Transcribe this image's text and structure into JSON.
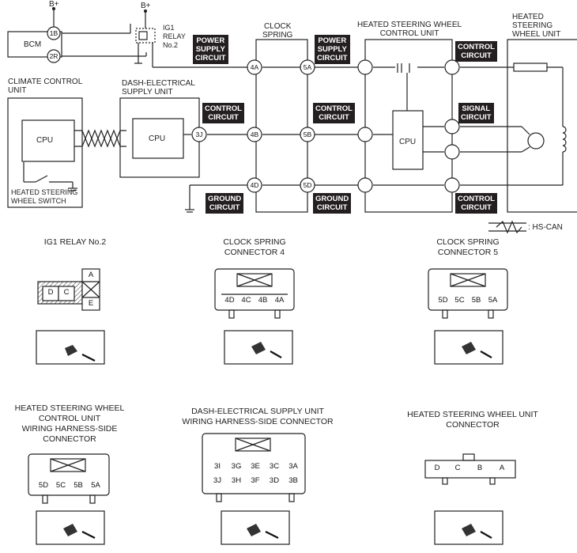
{
  "schematic": {
    "supply_top_left": "B+",
    "supply_top_relay": "B+",
    "bcm": "BCM",
    "bcm_term_top": "1B",
    "bcm_term_bottom": "2R",
    "relay_label": "IG1\nRELAY\nNo.2",
    "climate_unit": "CLIMATE CONTROL\nUNIT",
    "climate_cpu": "CPU",
    "steering_switch": "HEATED STEERING\nWHEEL SWITCH",
    "dash_unit": "DASH-ELECTRICAL\nSUPPLY UNIT",
    "dash_cpu": "CPU",
    "dash_term": "3J",
    "clock_spring": "CLOCK\nSPRING",
    "clock_terms_left": [
      "4A",
      "4B",
      "4D"
    ],
    "clock_terms_right": [
      "5A",
      "5B",
      "5D"
    ],
    "hsw_control_unit": "HEATED STEERING WHEEL\nCONTROL UNIT",
    "hsw_cpu": "CPU",
    "hsw_unit": "HEATED\nSTEERING\nWHEEL UNIT",
    "circuit_labels": {
      "power_supply_1": "POWER\nSUPPLY\nCIRCUIT",
      "power_supply_2": "POWER\nSUPPLY\nCIRCUIT",
      "control_1": "CONTROL\nCIRCUIT",
      "control_2": "CONTROL\nCIRCUIT",
      "control_3": "CONTROL\nCIRCUIT",
      "control_4": "CONTROL\nCIRCUIT",
      "signal": "SIGNAL\nCIRCUIT",
      "ground_1": "GROUND\nCIRCUIT",
      "ground_2": "GROUND\nCIRCUIT"
    },
    "hs_can_legend": ": HS-CAN"
  },
  "connectors": {
    "ig1_relay": {
      "title": "IG1 RELAY No.2",
      "pins_left": [
        "D",
        "C"
      ],
      "pins_right_top": "A",
      "pins_right_bottom": "E"
    },
    "clock_spring_4": {
      "title": "CLOCK SPRING\nCONNECTOR 4",
      "pins": [
        "4D",
        "4C",
        "4B",
        "4A"
      ]
    },
    "clock_spring_5": {
      "title": "CLOCK SPRING\nCONNECTOR 5",
      "pins": [
        "5D",
        "5C",
        "5B",
        "5A"
      ]
    },
    "hsw_control_harness": {
      "title": "HEATED STEERING WHEEL\nCONTROL UNIT\nWIRING HARNESS-SIDE\nCONNECTOR",
      "pins": [
        "5D",
        "5C",
        "5B",
        "5A"
      ]
    },
    "dash_harness": {
      "title": "DASH-ELECTRICAL SUPPLY UNIT\nWIRING HARNESS-SIDE CONNECTOR",
      "pins_top": [
        "3I",
        "3G",
        "3E",
        "3C",
        "3A"
      ],
      "pins_bottom": [
        "3J",
        "3H",
        "3F",
        "3D",
        "3B"
      ]
    },
    "hsw_unit_connector": {
      "title": "HEATED STEERING WHEEL UNIT\nCONNECTOR",
      "pins": [
        "D",
        "C",
        "B",
        "A"
      ]
    }
  }
}
